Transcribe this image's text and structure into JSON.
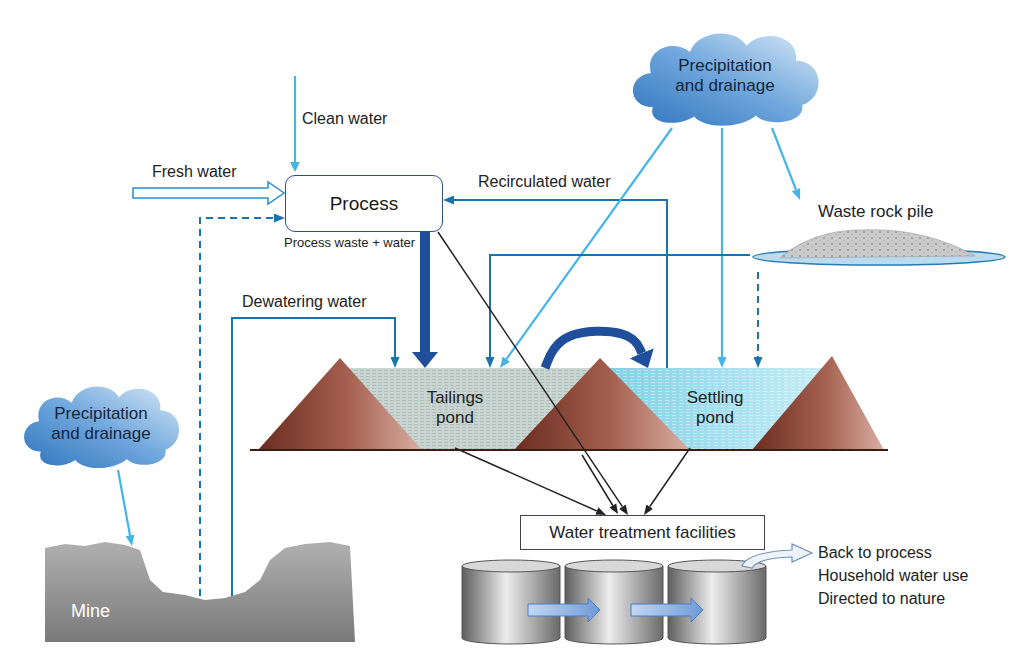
{
  "diagram": {
    "nodes": [
      {
        "text": [
          "Precipitation and drainage"
        ]
      },
      {
        "text": [
          "Process"
        ]
      },
      {
        "text": [
          "Waste rock pile"
        ]
      },
      {
        "text": [
          "Tailings pond"
        ]
      },
      {
        "text": [
          "Settling pond"
        ]
      },
      {
        "text": [
          "Precipitation and drainage"
        ]
      },
      {
        "text": [
          "Mine"
        ]
      },
      {
        "text": [
          "Water treatment facilities"
        ]
      }
    ],
    "edges": [
      {
        "from": 1,
        "to": 3,
        "arrow": "to",
        "label": "Process waste + water"
      },
      {
        "from": 4,
        "to": 1,
        "arrow": "to",
        "label": "Recirculated water"
      },
      {
        "from": 6,
        "to": 3,
        "arrow": "to",
        "label": "Dewatering water"
      },
      {
        "from": 6,
        "to": 1,
        "arrow": "to"
      },
      {
        "from": 0,
        "to": 3,
        "arrow": "to"
      },
      {
        "from": 0,
        "to": 4,
        "arrow": "to"
      },
      {
        "from": 0,
        "to": 2,
        "arrow": "to"
      },
      {
        "from": 2,
        "to": 3,
        "arrow": "to"
      },
      {
        "from": 2,
        "to": 4,
        "arrow": "to"
      },
      {
        "from": 3,
        "to": 4,
        "arrow": "to"
      },
      {
        "from": 5,
        "to": 6,
        "arrow": "to"
      },
      {
        "from": 1,
        "to": 7,
        "arrow": "to"
      },
      {
        "from": 3,
        "to": 7,
        "arrow": "to"
      },
      {
        "from": 4,
        "to": 7,
        "arrow": "to"
      }
    ],
    "labels": [
      "Clean water",
      "Fresh water",
      "Back to process",
      "Household water use",
      "Directed to nature"
    ]
  }
}
